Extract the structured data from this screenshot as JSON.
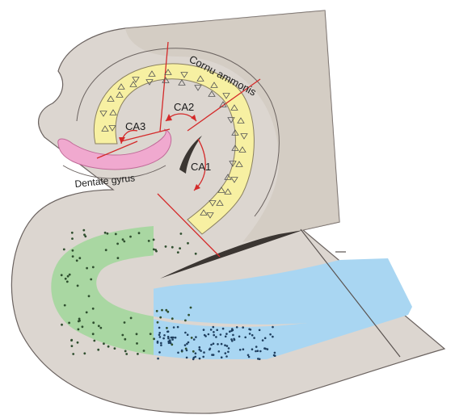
{
  "labels": {
    "cornu_ammonis": "Cornu ammonis",
    "ca1": "CA1",
    "ca2": "CA2",
    "ca3": "CA3",
    "dentate_gyrus": "Dentate gyrus"
  },
  "colors": {
    "tissue": "#dcd6d0",
    "tissue_outline": "#6b6360",
    "shadow": "#b8ad9f",
    "cornu_band": "#f7f0a2",
    "dentate": "#f0a9cf",
    "green_region": "#a9d7a2",
    "blue_region": "#a9d6f2",
    "boundary_lines": "#d42a2a",
    "cell_outline": "#555555"
  },
  "icons": {
    "pyramidal_cell": "triangle",
    "granule_cell": "dot"
  }
}
